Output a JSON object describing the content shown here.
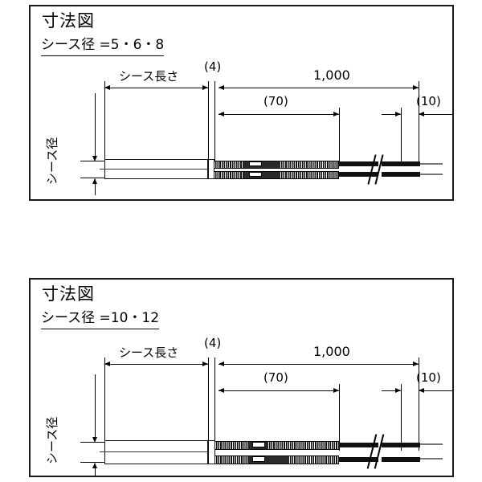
{
  "drawing": {
    "panels": [
      {
        "id": "panel-1",
        "title": "寸法図",
        "subtitle": "シース径 =5・6・8",
        "vertical_label": "シース径",
        "dimensions": {
          "sheath_length": "シース長さ",
          "transition": "(4)",
          "lead_total": "1,000",
          "braid_section": "(70)",
          "tip_section": "(10)"
        }
      },
      {
        "id": "panel-2",
        "title": "寸法図",
        "subtitle": "シース径 =10・12",
        "vertical_label": "シース径",
        "dimensions": {
          "sheath_length": "シース長さ",
          "transition": "(4)",
          "lead_total": "1,000",
          "braid_section": "(70)",
          "tip_section": "(10)"
        }
      }
    ],
    "colors": {
      "line": "#000000",
      "border": "#1a1a1a",
      "background": "#ffffff",
      "cable": "#1b1b1b"
    }
  }
}
